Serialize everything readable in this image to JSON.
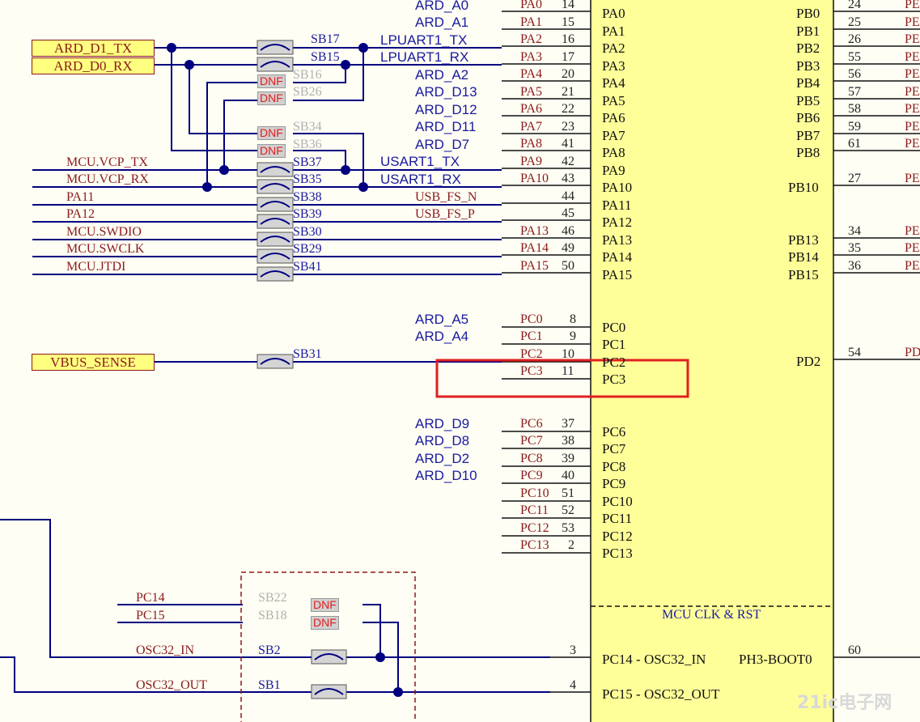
{
  "ports": [
    "ARD_D1_TX",
    "ARD_D0_RX",
    "VBUS_SENSE"
  ],
  "left_nets": [
    "MCU.VCP_TX",
    "MCU.VCP_RX",
    "PA11",
    "PA12",
    "MCU.SWDIO",
    "MCU.SWCLK",
    "MCU.JTDI"
  ],
  "osc_nets": [
    "PC14",
    "PC15",
    "OSC32_IN",
    "OSC32_OUT"
  ],
  "solder_bridges": [
    "SB17",
    "SB15",
    "SB16",
    "SB26",
    "SB34",
    "SB36",
    "SB37",
    "SB35",
    "SB38",
    "SB39",
    "SB30",
    "SB29",
    "SB41",
    "SB31",
    "SB22",
    "SB18",
    "SB2",
    "SB1"
  ],
  "dnf_label": "DNF",
  "signals": [
    "ARD_A0",
    "ARD_A1",
    "LPUART1_TX",
    "LPUART1_RX",
    "ARD_A2",
    "ARD_D13",
    "ARD_D12",
    "ARD_D11",
    "ARD_D7",
    "USART1_TX",
    "USART1_RX",
    "USB_FS_N",
    "USB_FS_P",
    "ARD_A5",
    "ARD_A4",
    "ARD_D9",
    "ARD_D8",
    "ARD_D2",
    "ARD_D10"
  ],
  "pa_pins": [
    {
      "name": "PA0",
      "num": "14"
    },
    {
      "name": "PA1",
      "num": "15"
    },
    {
      "name": "PA2",
      "num": "16"
    },
    {
      "name": "PA3",
      "num": "17"
    },
    {
      "name": "PA4",
      "num": "20"
    },
    {
      "name": "PA5",
      "num": "21"
    },
    {
      "name": "PA6",
      "num": "22"
    },
    {
      "name": "PA7",
      "num": "23"
    },
    {
      "name": "PA8",
      "num": "41"
    },
    {
      "name": "PA9",
      "num": "42"
    },
    {
      "name": "PA10",
      "num": "43"
    },
    {
      "name": "",
      "num": "44"
    },
    {
      "name": "",
      "num": "45"
    },
    {
      "name": "PA13",
      "num": "46"
    },
    {
      "name": "PA14",
      "num": "49"
    },
    {
      "name": "PA15",
      "num": "50"
    }
  ],
  "pc_pins": [
    {
      "name": "PC0",
      "num": "8"
    },
    {
      "name": "PC1",
      "num": "9"
    },
    {
      "name": "PC2",
      "num": "10"
    },
    {
      "name": "PC3",
      "num": "11"
    },
    {
      "name": "PC6",
      "num": "37"
    },
    {
      "name": "PC7",
      "num": "38"
    },
    {
      "name": "PC8",
      "num": "39"
    },
    {
      "name": "PC9",
      "num": "40"
    },
    {
      "name": "PC10",
      "num": "51"
    },
    {
      "name": "PC11",
      "num": "52"
    },
    {
      "name": "PC12",
      "num": "53"
    },
    {
      "name": "PC13",
      "num": "2"
    }
  ],
  "ic_left_pa": [
    "PA0",
    "PA1",
    "PA2",
    "PA3",
    "PA4",
    "PA5",
    "PA6",
    "PA7",
    "PA8",
    "PA9",
    "PA10",
    "PA11",
    "PA12",
    "PA13",
    "PA14",
    "PA15"
  ],
  "ic_left_pc": [
    "PC0",
    "PC1",
    "PC2",
    "PC3",
    "PC6",
    "PC7",
    "PC8",
    "PC9",
    "PC10",
    "PC11",
    "PC12",
    "PC13"
  ],
  "ic_right": [
    "PB0",
    "PB1",
    "PB2",
    "PB3",
    "PB4",
    "PB5",
    "PB6",
    "PB7",
    "PB8",
    "PB10",
    "PB13",
    "PB14",
    "PB15",
    "PD2"
  ],
  "right_nums": [
    "24",
    "25",
    "26",
    "55",
    "56",
    "57",
    "58",
    "59",
    "61",
    "27",
    "34",
    "35",
    "36",
    "54",
    "60"
  ],
  "right_cut_labels": [
    "PE",
    "PE",
    "PE",
    "PE",
    "PE",
    "PE",
    "PE",
    "PE",
    "PE",
    "PE",
    "PE",
    "PE",
    "PE",
    "PD"
  ],
  "clk_section": "MCU CLK & RST",
  "clk_pins": [
    {
      "num": "3",
      "name": "PC14 - OSC32_IN"
    },
    {
      "num": "4",
      "name": "PC15 - OSC32_OUT"
    }
  ],
  "boot_pin": "PH3-BOOT0",
  "watermark": "21ic电子网",
  "colors": {
    "wire": "#000080",
    "highlight": "#e02020",
    "ic_fill": "#ffff99",
    "port_fill": "#ffff80"
  }
}
